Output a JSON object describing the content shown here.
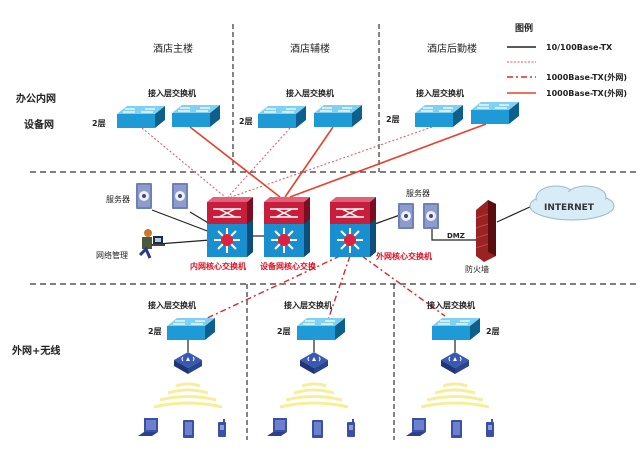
{
  "zones": {
    "office": "办公内网",
    "device": "设备网",
    "external": "外网+无线"
  },
  "buildings": [
    "酒店主楼",
    "酒店辅楼",
    "酒店后勤楼"
  ],
  "access_switch_label": "接入层交换机",
  "layer_label": "2层",
  "core": {
    "internal": "内网核心交换机",
    "device": "设备网核心交换",
    "external": "外网核心交换机"
  },
  "servers_label": "服务器",
  "network_mgmt_label": "网络管理",
  "dmz_label": "DMZ",
  "firewall_label": "防火墙",
  "internet_label": "INTERNET",
  "legend": {
    "title": "图例",
    "items": [
      {
        "style": "solid-black",
        "label": "10/100Base-TX",
        "color": "#222222"
      },
      {
        "style": "dotted-red",
        "label": "",
        "color": "#e8505b"
      },
      {
        "style": "dashdot-red",
        "label": "1000Base-TX(外网)",
        "color": "#e0262e"
      },
      {
        "style": "solid-red",
        "label": "1000Base-TX(外网)",
        "color": "#e8402a"
      }
    ]
  },
  "colors": {
    "switch_blue": "#1e9ad6",
    "core_red": "#c81e3c",
    "core_blue": "#1a8fd0",
    "wifi_ap": "#2a4ba0",
    "device_blue": "#3a4fa8",
    "firewall": "#8b1a1a",
    "label_red": "#e01020"
  }
}
